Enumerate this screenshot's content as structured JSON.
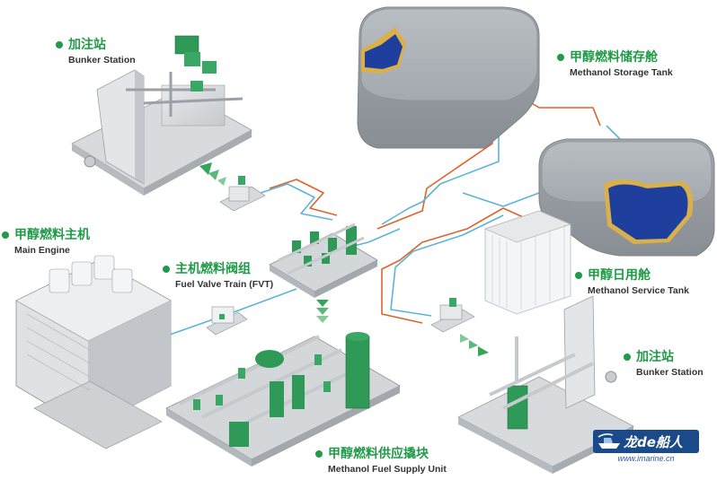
{
  "labels": {
    "bunker_left": {
      "cn": "加注站",
      "en": "Bunker Station"
    },
    "storage_tank": {
      "cn": "甲醇燃料储存舱",
      "en": "Methanol Storage Tank"
    },
    "main_engine": {
      "cn": "甲醇燃料主机",
      "en": "Main Engine"
    },
    "fvt": {
      "cn": "主机燃料阀组",
      "en": "Fuel Valve Train (FVT)"
    },
    "service_tank": {
      "cn": "甲醇日用舱",
      "en": "Methanol Service Tank"
    },
    "bunker_right": {
      "cn": "加注站",
      "en": "Bunker Station"
    },
    "fsu": {
      "cn": "甲醇燃料供应撬块",
      "en": "Methanol Fuel Supply Unit"
    }
  },
  "watermark": {
    "text": "龙de船人",
    "url": "www.imarine.cn"
  },
  "colors": {
    "accent_green": "#1f9a47",
    "pipe_orange": "#e0622a",
    "pipe_blue": "#5bb4d8",
    "tank_grey": "#9fa5ab",
    "methanol_blue": "#1e3f9e",
    "tank_trim": "#d9b04a"
  }
}
